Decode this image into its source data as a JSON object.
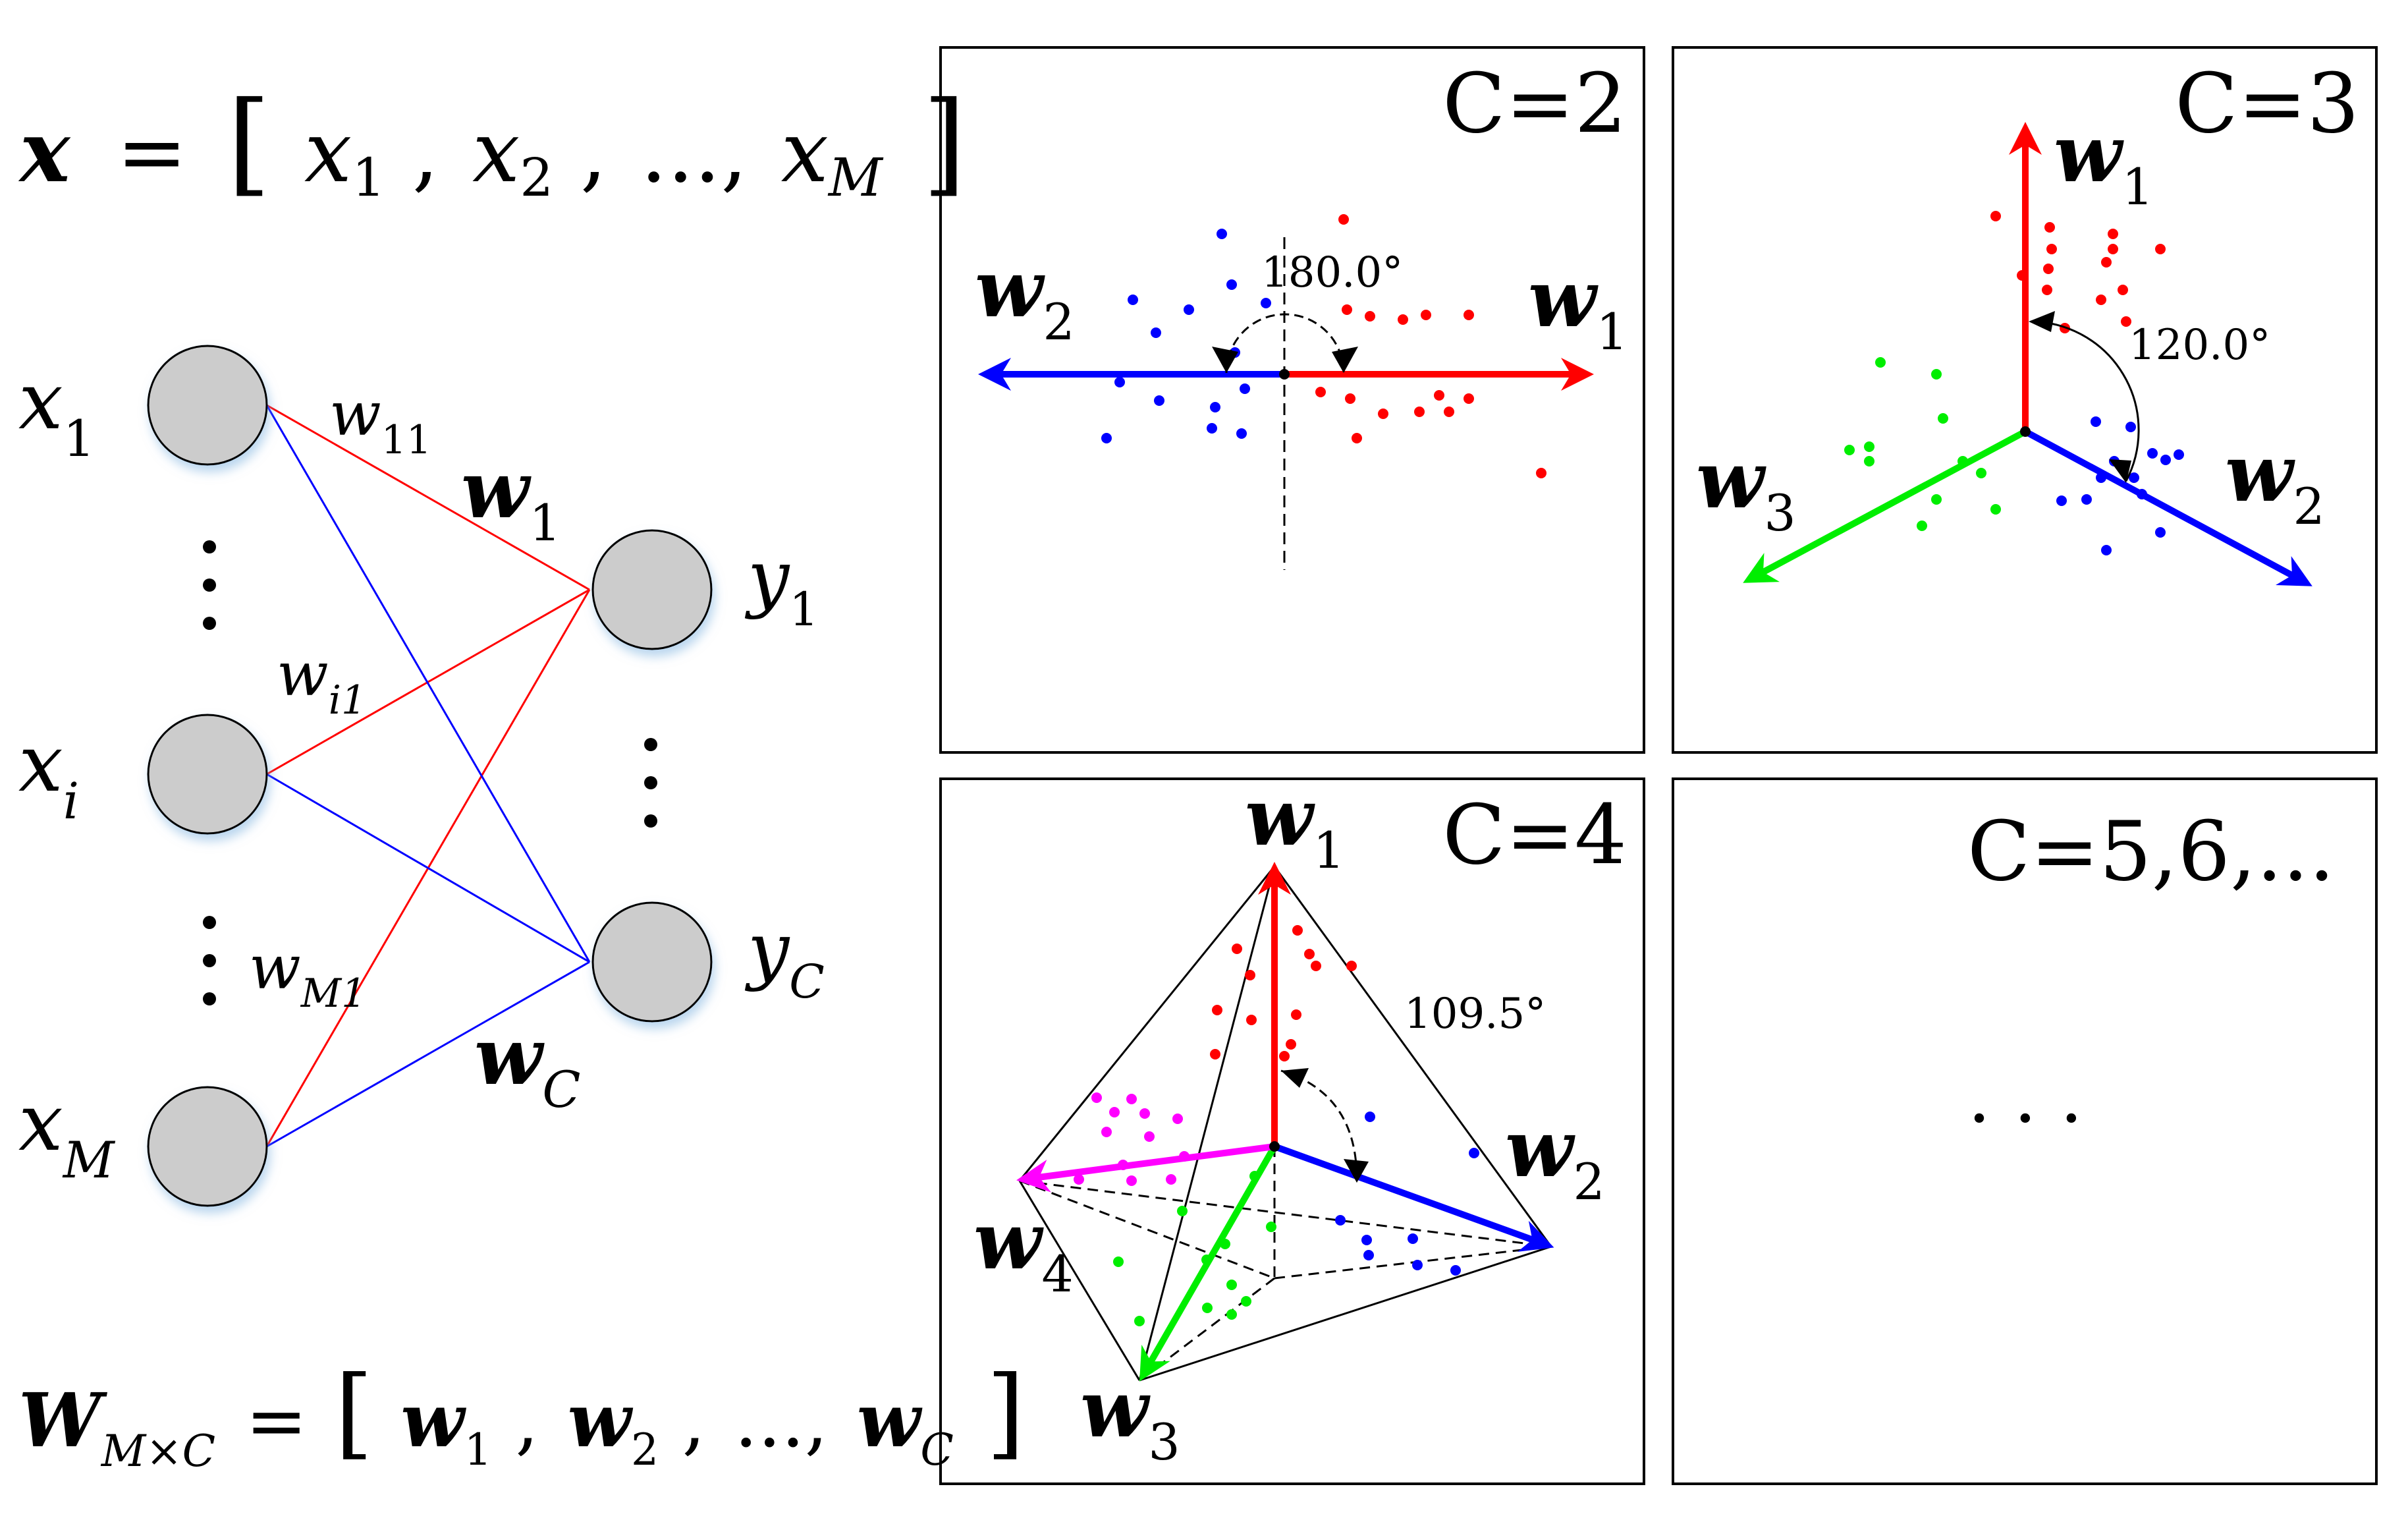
{
  "colors": {
    "red": "#ff0000",
    "blue": "#0000ff",
    "green": "#00ee00",
    "magenta": "#ff00ff",
    "node_fill": "#cccccc",
    "ink": "#000000"
  },
  "left": {
    "equation": {
      "var": "x",
      "eq": "=",
      "lbr": "[",
      "t1": "x",
      "t1_sub": "1",
      "t2": "x",
      "t2_sub": "2",
      "dots": "...,",
      "t3": "x",
      "t3_sub": "M",
      "rbr": "]"
    },
    "inputs": [
      {
        "name": "x",
        "sub": "1"
      },
      {
        "name": "x",
        "sub": "i"
      },
      {
        "name": "x",
        "sub": "M"
      }
    ],
    "outputs": [
      {
        "name": "y",
        "sub": "1"
      },
      {
        "name": "y",
        "sub": "C"
      }
    ],
    "weight_labels": [
      {
        "name": "w",
        "sub": "11"
      },
      {
        "name": "w",
        "sub": "i1"
      },
      {
        "name": "w",
        "sub": "M1"
      }
    ],
    "vector_labels": [
      {
        "name": "w",
        "sub": "1"
      },
      {
        "name": "w",
        "sub": "C"
      }
    ],
    "matrix": {
      "name": "W",
      "sub": "M×C",
      "eq": "=",
      "lbr": "[",
      "t1": "w",
      "t1_sub": "1",
      "t2": "w",
      "t2_sub": "2",
      "dots": "...,",
      "t3": "w",
      "t3_sub": "C",
      "rbr": "]"
    }
  },
  "panels": [
    {
      "title": "C=2",
      "angle": "180.0°",
      "vectors": [
        {
          "name": "w",
          "sub": "2"
        },
        {
          "name": "w",
          "sub": "1"
        }
      ]
    },
    {
      "title": "C=3",
      "angle": "120.0°",
      "vectors": [
        {
          "name": "w",
          "sub": "1"
        },
        {
          "name": "w",
          "sub": "2"
        },
        {
          "name": "w",
          "sub": "3"
        }
      ]
    },
    {
      "title": "C=4",
      "angle": "109.5°",
      "vectors": [
        {
          "name": "w",
          "sub": "1"
        },
        {
          "name": "w",
          "sub": "2"
        },
        {
          "name": "w",
          "sub": "3"
        },
        {
          "name": "w",
          "sub": "4"
        }
      ]
    },
    {
      "title": "C=5,6,...",
      "ellipsis": "· · ·"
    }
  ]
}
